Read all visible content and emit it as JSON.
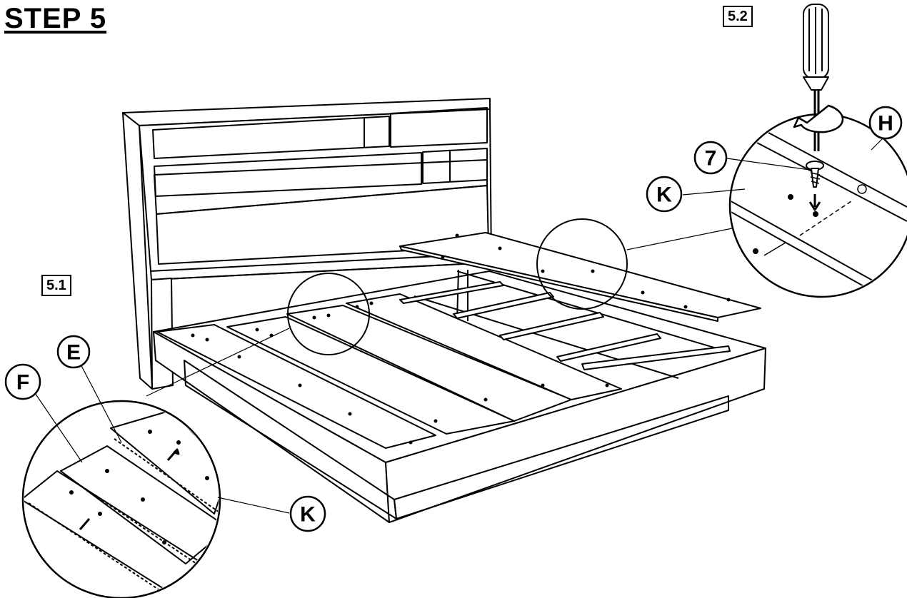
{
  "step_title": "STEP 5",
  "substeps": {
    "a": "5.1",
    "b": "5.2"
  },
  "parts": {
    "E": "E",
    "F": "F",
    "H": "H",
    "K": "K",
    "screw": "7"
  },
  "icons": [
    "screwdriver-icon",
    "rotate-arrow-icon",
    "screw-icon"
  ],
  "colors": {
    "line": "#000000",
    "background": "#ffffff"
  }
}
